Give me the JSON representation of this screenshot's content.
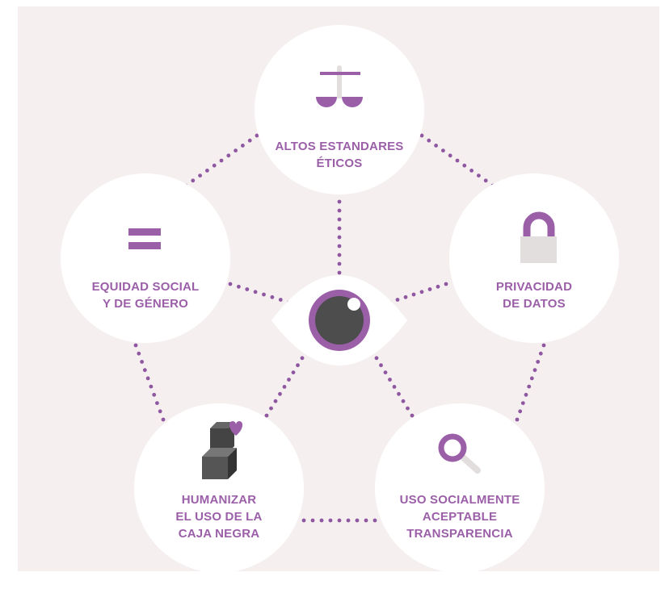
{
  "colors": {
    "panel_background": "#f5eff0",
    "circle_fill": "#ffffff",
    "accent_purple": "#9b5fa8",
    "dot_purple": "#8e57a0",
    "lock_body": "#e3dede",
    "iris_dark": "#4d4d4d",
    "box_dark": "#555555"
  },
  "center": {
    "icon": "eye-icon"
  },
  "nodes": {
    "top": {
      "icon": "scales-icon",
      "lines": [
        "ALTOS ESTANDARES",
        "ÉTICOS"
      ]
    },
    "left": {
      "icon": "equals-icon",
      "lines": [
        "EQUIDAD SOCIAL",
        "Y DE GÉNERO"
      ]
    },
    "right": {
      "icon": "lock-icon",
      "lines": [
        "PRIVACIDAD",
        "DE DATOS"
      ]
    },
    "bottom_left": {
      "icon": "black-box-heart-icon",
      "lines": [
        "HUMANIZAR",
        "EL USO DE LA",
        "CAJA NEGRA"
      ]
    },
    "bottom_right": {
      "icon": "magnifier-icon",
      "lines": [
        "USO SOCIALMENTE",
        "ACEPTABLE",
        "TRANSPARENCIA"
      ]
    }
  }
}
